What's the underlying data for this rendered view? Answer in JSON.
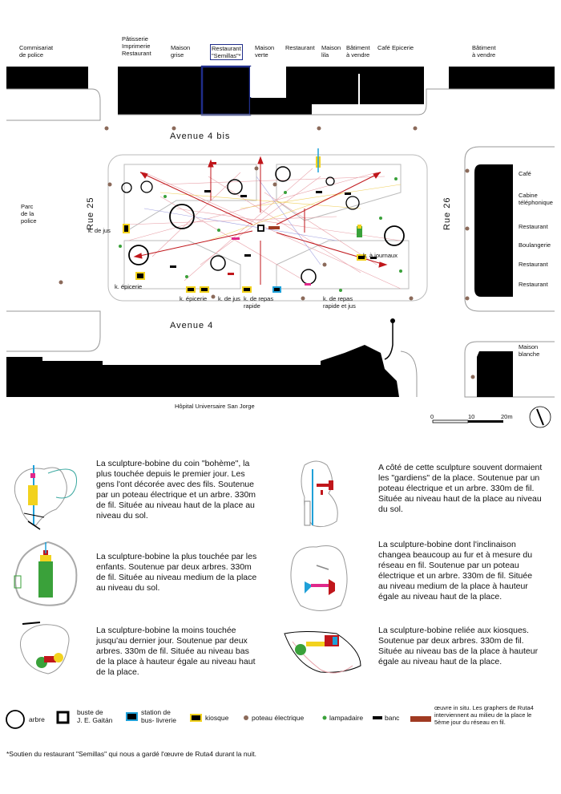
{
  "map": {
    "top_labels": [
      {
        "id": "commissariat",
        "text": "Commisariat\nde police"
      },
      {
        "id": "patisserie",
        "text": "Pâtisserie\nImprimerie\nRestaurant"
      },
      {
        "id": "maison-grise",
        "text": "Maison\ngrise"
      },
      {
        "id": "semillas",
        "text": "Restaurant\n\"Semillas\"*"
      },
      {
        "id": "maison-verte",
        "text": "Maison\nverte"
      },
      {
        "id": "restaurant-top",
        "text": "Restaurant"
      },
      {
        "id": "maison-lila",
        "text": "Maison\nlila"
      },
      {
        "id": "batiment-vendre-1",
        "text": "Bâtiment\nà vendre"
      },
      {
        "id": "cafe-top",
        "text": "Café"
      },
      {
        "id": "epicerie-top",
        "text": "Epicerie"
      },
      {
        "id": "batiment-vendre-2",
        "text": "Bâtiment\nà vendre"
      }
    ],
    "right_labels": [
      "Café",
      "Cabine\ntéléphonique",
      "Restaurant",
      "Boulangerie",
      "Restaurant",
      "Restaurant"
    ],
    "left_label": "Parc\nde la\npolice",
    "streets": {
      "top": "Avenue 4 bis",
      "bottom": "Avenue 4",
      "left": "Rue 25",
      "right": "Rue 26"
    },
    "bottom_right_label": "Maison\nblanche",
    "hospital": "Hôpital Universaire San Jorge",
    "kiosks": {
      "k_jus_left": "k. de jus",
      "k_epicerie_left": "k. épicerie",
      "k_epicerie_bottom": "k. épicerie",
      "k_jus_bottom": "k. de jus",
      "k_repas": "k. de repas\nrapide",
      "k_repas_jus": "k. de repas\nrapide et jus",
      "k_journaux": "k. à journaux"
    },
    "scale": {
      "ticks": [
        "0",
        "10",
        "20m"
      ]
    }
  },
  "descriptions": [
    "La sculpture-bobine du coin \"bohème\", la plus touchée depuis le premier jour. Les gens l'ont décorée avec des fils. Soutenue par un poteau électrique et un arbre. 330m de fil. Située au niveau haut de la place au niveau du sol.",
    "A côté de cette sculpture souvent dormaient les \"gardiens\" de la place. Soutenue par un poteau électrique et un arbre. 330m de fil. Située au niveau haut de la place au niveau du sol.",
    "La sculpture-bobine la plus touchée par les enfants. Soutenue par deux arbres. 330m de fil. Située au niveau medium de la place au niveau du sol.",
    "La sculpture-bobine dont l'inclinaison changea beaucoup au fur et à mesure du réseau en fil. Soutenue par un poteau électrique et un arbre. 330m de fil. Située au niveau medium de la place à hauteur égale au niveau haut de la place.",
    "La sculpture-bobine la moins touchée jusqu'au dernier jour. Soutenue par deux arbres. 330m de fil. Située au niveau bas de la place à hauteur égale au niveau haut de la place.",
    "La sculpture-bobine reliée aux kiosques. Soutenue par deux arbres. 330m de fil. Située au niveau bas de la place à hauteur égale au niveau haut de la place."
  ],
  "legend": {
    "arbre": "arbre",
    "buste": "buste de\nJ. E. Gaitán",
    "station": "station de\nbus- livrerie",
    "kiosque": "kiosque",
    "poteau": "poteau électrique",
    "lampadaire": "lampadaire",
    "banc": "banc",
    "oeuvre": "œuvre in situ. Les graphers de Ruta4\ninterviennent au milieu de la place le\n5ème jour du réseau en fil."
  },
  "footnote": "*Soutien du restaurant \"Semillas\" qui nous a gardé l'œuvre de Ruta4 durant la nuit.",
  "colors": {
    "block": "#000000",
    "semillas_border": "#1f2d8a",
    "arrow": "#c0161b",
    "kiosk": "#f2d21e",
    "station": "#1fa0d8",
    "lamp": "#3aa13a",
    "pole": "#8b6a5a",
    "oeuvre": "#a03a22"
  }
}
